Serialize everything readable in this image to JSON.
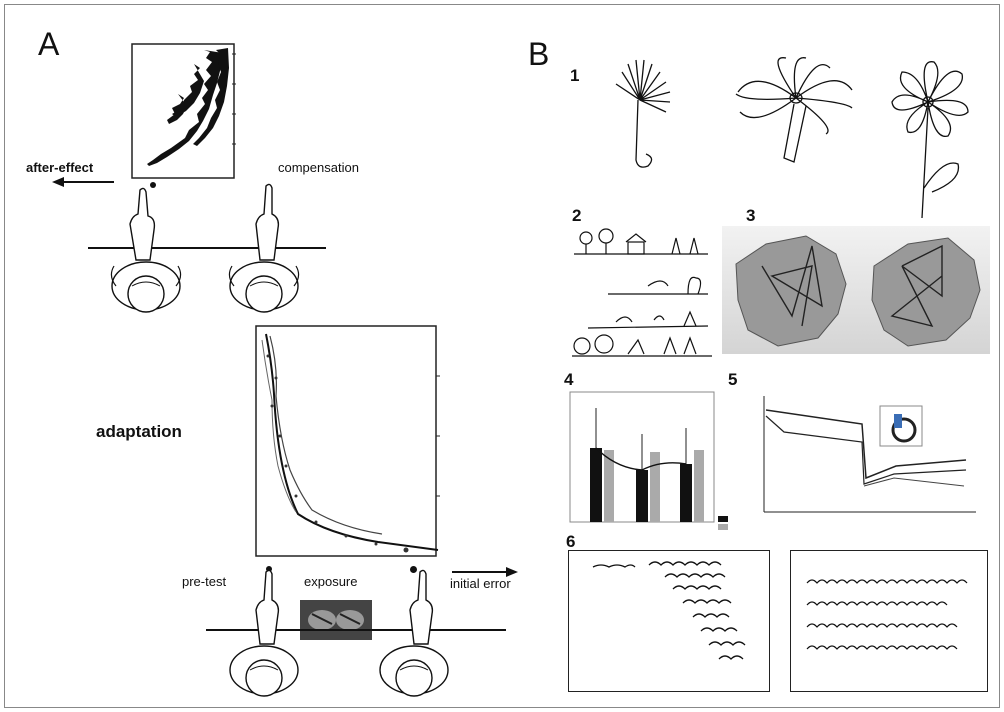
{
  "panelA": {
    "letter": "A",
    "labels": {
      "after_effect": "after-effect",
      "compensation": "compensation",
      "adaptation": "adaptation",
      "pre_test": "pre-test",
      "exposure": "exposure",
      "initial_error": "initial error"
    }
  },
  "panelB": {
    "letter": "B",
    "subpanels": [
      "1",
      "2",
      "3",
      "4",
      "5",
      "6"
    ]
  }
}
